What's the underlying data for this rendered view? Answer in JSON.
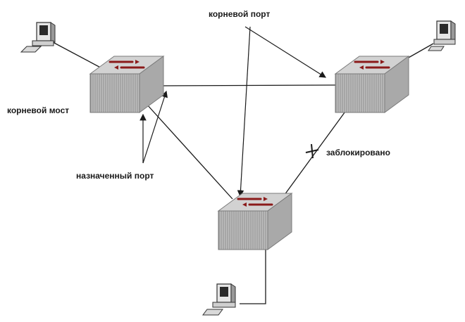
{
  "labels": {
    "root_bridge": "корневой мост",
    "root_port": "корневой порт",
    "designated_port": "назначенный порт",
    "blocked": "заблокировано"
  },
  "icons": {
    "switch": "network-switch-icon",
    "computer": "desktop-computer-icon",
    "blocked_mark": "cross-mark-icon"
  },
  "colors": {
    "line": "#1a1a1a",
    "switch_top": "#d2d2d2",
    "switch_front": "#bdbdbd",
    "switch_side": "#a9a9a9",
    "switch_arrows": "#8b1a1a"
  }
}
